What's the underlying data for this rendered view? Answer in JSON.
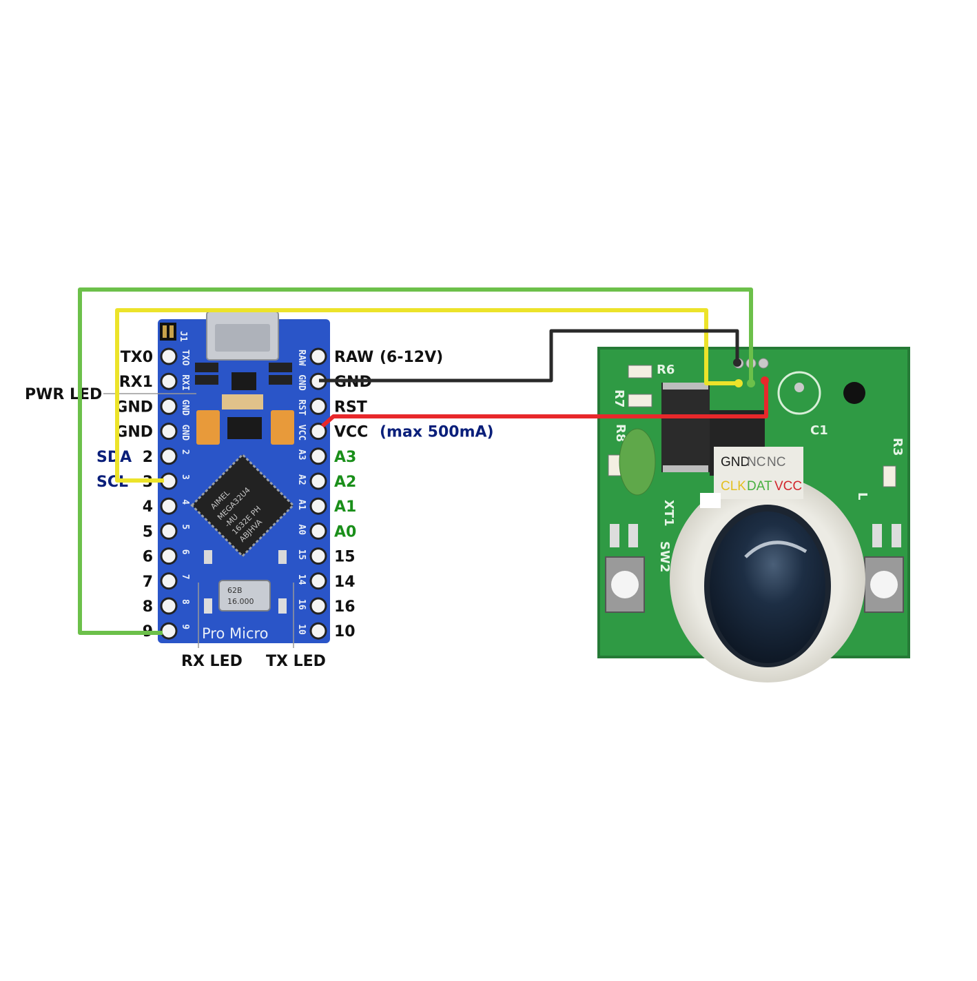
{
  "diagram": {
    "board": {
      "silk_name": "Pro Micro",
      "chip_lines": [
        "MEGA32U4",
        "-MU",
        "1632E PH",
        "ABJHVA"
      ],
      "chip_logo": "AIMEL",
      "crystal": [
        "16.000",
        "62B"
      ],
      "left_pins": [
        {
          "label": "TX0",
          "silk": "TXO"
        },
        {
          "label": "RX1",
          "silk": "RXI"
        },
        {
          "label": "GND",
          "silk": "GND"
        },
        {
          "label": "GND",
          "silk": "GND"
        },
        {
          "label": "2",
          "silk": "2",
          "alt": "SDA"
        },
        {
          "label": "3",
          "silk": "3",
          "alt": "SCL"
        },
        {
          "label": "4",
          "silk": "4"
        },
        {
          "label": "5",
          "silk": "5"
        },
        {
          "label": "6",
          "silk": "6"
        },
        {
          "label": "7",
          "silk": "7"
        },
        {
          "label": "8",
          "silk": "8"
        },
        {
          "label": "9",
          "silk": "9"
        }
      ],
      "right_pins": [
        {
          "label": "RAW",
          "silk": "RAW",
          "note": "(6-12V)"
        },
        {
          "label": "GND",
          "silk": "GND"
        },
        {
          "label": "RST",
          "silk": "RST"
        },
        {
          "label": "VCC",
          "silk": "VCC",
          "note": "(max 500mA)"
        },
        {
          "label": "A3",
          "silk": "A3"
        },
        {
          "label": "A2",
          "silk": "A2"
        },
        {
          "label": "A1",
          "silk": "A1"
        },
        {
          "label": "A0",
          "silk": "A0"
        },
        {
          "label": "15",
          "silk": "15"
        },
        {
          "label": "14",
          "silk": "14"
        },
        {
          "label": "16",
          "silk": "16"
        },
        {
          "label": "10",
          "silk": "10"
        }
      ],
      "pwr_led": "PWR LED",
      "rx_led": "RX LED",
      "tx_led": "TX LED",
      "j1": "J1"
    },
    "trackball": {
      "pin_row1": [
        "GND",
        "NC",
        "NC"
      ],
      "pin_row2": [
        "CLK",
        "DAT",
        "VCC"
      ],
      "silk": [
        "R6",
        "R7",
        "R8",
        "C1",
        "R3",
        "XT1",
        "SW2",
        "L"
      ]
    },
    "colors": {
      "clk_wire": "#ece32a",
      "dat_wire": "#6cc04a",
      "gnd_wire": "#2a2a2a",
      "vcc_wire": "#e8282b",
      "board_blue": "#2a55c8",
      "pcb_green": "#2f9a44",
      "label_navy": "#0a1f7a",
      "label_green": "#1a8f1a"
    }
  }
}
